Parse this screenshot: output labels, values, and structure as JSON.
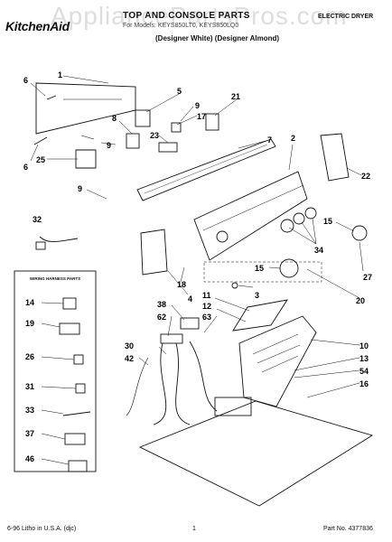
{
  "header": {
    "watermark": "AppliancePartsPros.com",
    "brand": "KitchenAid",
    "title": "TOP AND CONSOLE PARTS",
    "subtitle": "For Models: KEYS850LT0, KEYS850LQ0",
    "variant": "(Designer White)  (Designer Almond)",
    "product_type": "ELECTRIC DRYER"
  },
  "wiring_box": {
    "title": "WIRING HARNESS PARTS",
    "items": [
      "14",
      "19",
      "26",
      "31",
      "33",
      "37",
      "46"
    ]
  },
  "callouts": [
    {
      "id": "c1",
      "label": "1"
    },
    {
      "id": "c6a",
      "label": "6"
    },
    {
      "id": "c6b",
      "label": "6"
    },
    {
      "id": "c5",
      "label": "5"
    },
    {
      "id": "c21",
      "label": "21"
    },
    {
      "id": "c9a",
      "label": "9"
    },
    {
      "id": "c17",
      "label": "17"
    },
    {
      "id": "c8",
      "label": "8"
    },
    {
      "id": "c9b",
      "label": "9"
    },
    {
      "id": "c23",
      "label": "23"
    },
    {
      "id": "c7",
      "label": "7"
    },
    {
      "id": "c2",
      "label": "2"
    },
    {
      "id": "c25",
      "label": "25"
    },
    {
      "id": "c22",
      "label": "22"
    },
    {
      "id": "c9c",
      "label": "9"
    },
    {
      "id": "c15a",
      "label": "15"
    },
    {
      "id": "c32",
      "label": "32"
    },
    {
      "id": "c34",
      "label": "34"
    },
    {
      "id": "c27",
      "label": "27"
    },
    {
      "id": "c15b",
      "label": "15"
    },
    {
      "id": "c18",
      "label": "18"
    },
    {
      "id": "c4",
      "label": "4"
    },
    {
      "id": "c3",
      "label": "3"
    },
    {
      "id": "c11",
      "label": "11"
    },
    {
      "id": "c12",
      "label": "12"
    },
    {
      "id": "c20",
      "label": "20"
    },
    {
      "id": "c38",
      "label": "38"
    },
    {
      "id": "c62",
      "label": "62"
    },
    {
      "id": "c63",
      "label": "63"
    },
    {
      "id": "c30",
      "label": "30"
    },
    {
      "id": "c42",
      "label": "42"
    },
    {
      "id": "c10",
      "label": "10"
    },
    {
      "id": "c13",
      "label": "13"
    },
    {
      "id": "c54",
      "label": "54"
    },
    {
      "id": "c16",
      "label": "16"
    }
  ],
  "footer": {
    "left": "6-96 Litho in U.S.A. (djc)",
    "page": "1",
    "part_no": "Part No. 4377836"
  }
}
